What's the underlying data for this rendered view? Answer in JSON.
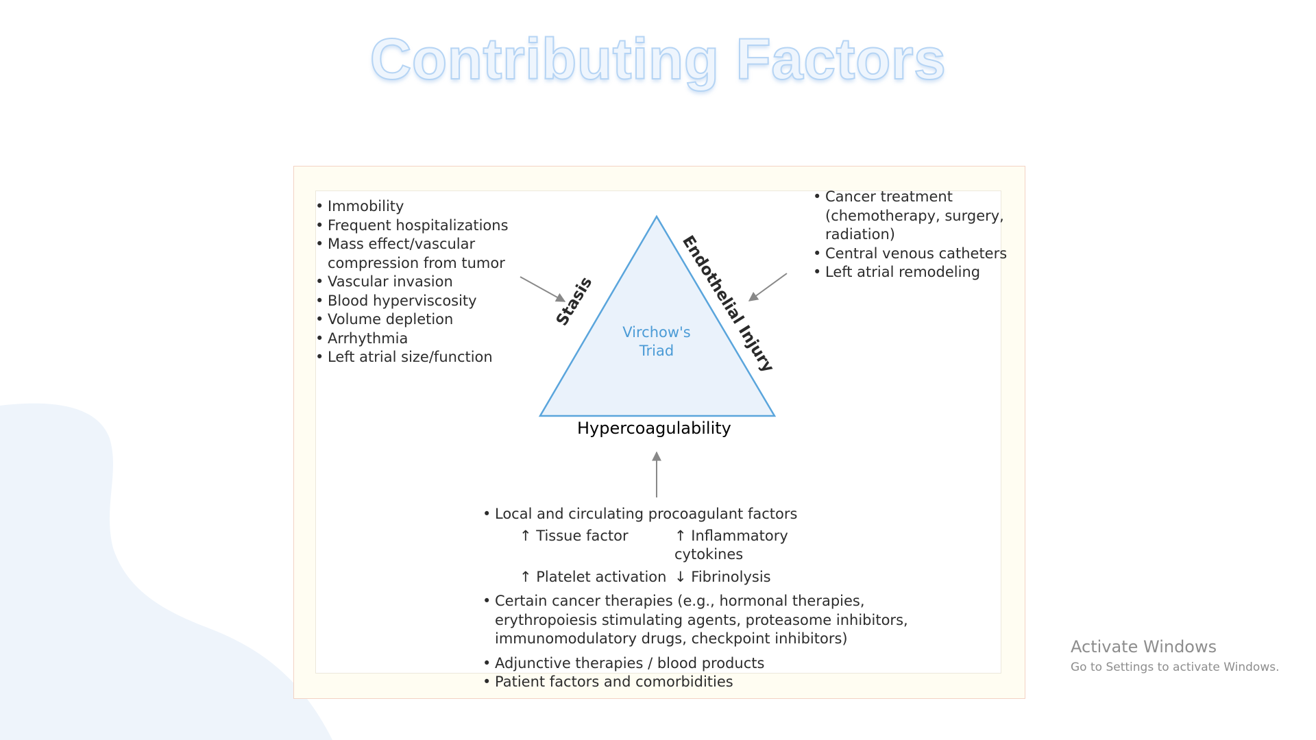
{
  "slide": {
    "title": "Contributing Factors"
  },
  "diagram": {
    "center_label_line1": "Virchow's",
    "center_label_line2": "Triad",
    "side_left": "Stasis",
    "side_right": "Endothelial Injury",
    "side_bottom": "Hypercoagulability",
    "stasis_factors": [
      "Immobility",
      "Frequent hospitalizations",
      "Mass effect/vascular compression from tumor",
      "Vascular invasion",
      "Blood hyperviscosity",
      "Volume depletion",
      "Arrhythmia",
      "Left atrial size/function"
    ],
    "endothelial_factors": [
      "Cancer treatment (chemotherapy, surgery, radiation)",
      "Central venous catheters",
      "Left atrial remodeling"
    ],
    "hypercoag_factors": {
      "procoagulant": "Local and circulating procoagulant factors",
      "sub_items": [
        "↑ Tissue factor",
        "↑ Inflammatory cytokines",
        "↑ Platelet activation",
        "↓ Fibrinolysis"
      ],
      "therapies": "Certain cancer therapies (e.g., hormonal therapies, erythropoiesis stimulating agents, proteasome inhibitors, immunomodulatory drugs, checkpoint inhibitors)",
      "adjunctive": "Adjunctive therapies / blood products",
      "patient": "Patient factors and comorbidities"
    },
    "colors": {
      "triangle_stroke": "#5aa5dc",
      "triangle_fill": "#eaf2fb",
      "arrow": "#888888",
      "center_text": "#4b9bd6"
    }
  },
  "os_watermark": {
    "line1": "Activate Windows",
    "line2": "Go to Settings to activate Windows."
  }
}
